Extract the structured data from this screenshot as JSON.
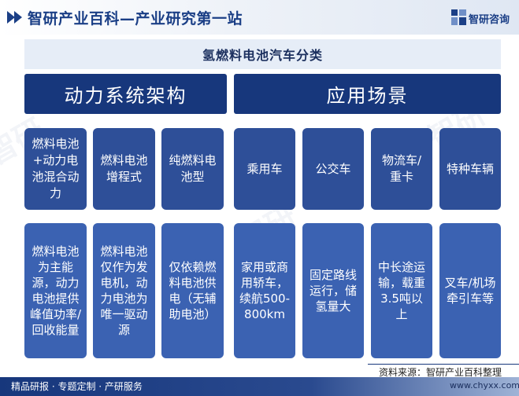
{
  "header": {
    "title": "智研产业百科—产业研究第一站",
    "logo_text": "智研咨询",
    "accent_color": "#17377c"
  },
  "diagram": {
    "title": "氢燃料电池汽车分类",
    "left_category": {
      "label": "动力系统架构",
      "items": [
        {
          "name": "燃料电池+动力电池混合动力",
          "desc": "燃料电池为主能源，动力电池提供峰值功率/回收能量"
        },
        {
          "name": "燃料电池增程式",
          "desc": "燃料电池仅作为发电机，动力电池为唯一驱动源"
        },
        {
          "name": "纯燃料电池型",
          "desc": "仅依赖燃料电池供电（无辅助电池）"
        }
      ]
    },
    "right_category": {
      "label": "应用场景",
      "items": [
        {
          "name": "乘用车",
          "desc": "家用或商用轿车，续航500-800km"
        },
        {
          "name": "公交车",
          "desc": "固定路线运行，储氢量大"
        },
        {
          "name": "物流车/重卡",
          "desc": "中长途运输，载重3.5吨以上"
        },
        {
          "name": "特种车辆",
          "desc": "叉车/机场牵引车等"
        }
      ]
    }
  },
  "footer": {
    "source": "资料来源：智研产业百科整理",
    "left_text": "精品研报 · 专题定制 · 产研服务",
    "url": "www.chyxx.com"
  }
}
